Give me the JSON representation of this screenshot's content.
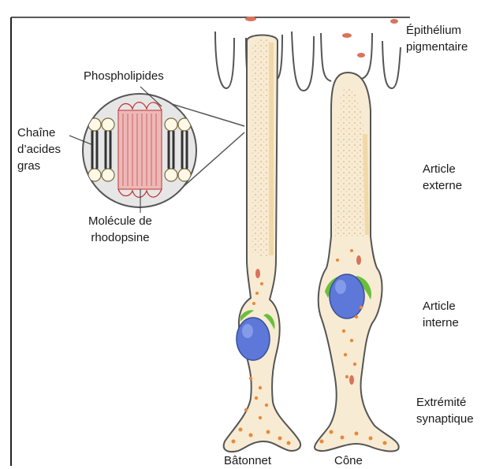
{
  "labels": {
    "epithelium": [
      "Épithélium",
      "pigmentaire"
    ],
    "phospholipides": "Phospholipides",
    "chaine": [
      "Chaîne",
      "d’acides",
      "gras"
    ],
    "molecule": [
      "Molécule de",
      "rhodopsine"
    ],
    "article_externe": [
      "Article",
      "externe"
    ],
    "article_interne": [
      "Article",
      "interne"
    ],
    "extremite": [
      "Extrémité",
      "synaptique"
    ],
    "batonnet": "Bâtonnet",
    "cone": "Cône"
  },
  "colors": {
    "cell_fill": "#f7ebd3",
    "outline": "#555555",
    "outer_segment": "#f0d9a6",
    "nucleus": "#5d78d8",
    "mitochondria": "#6abf3a",
    "granules": "#e8893a",
    "rhodopsin": "#e8a6a6",
    "pigment": "#d9735a"
  }
}
